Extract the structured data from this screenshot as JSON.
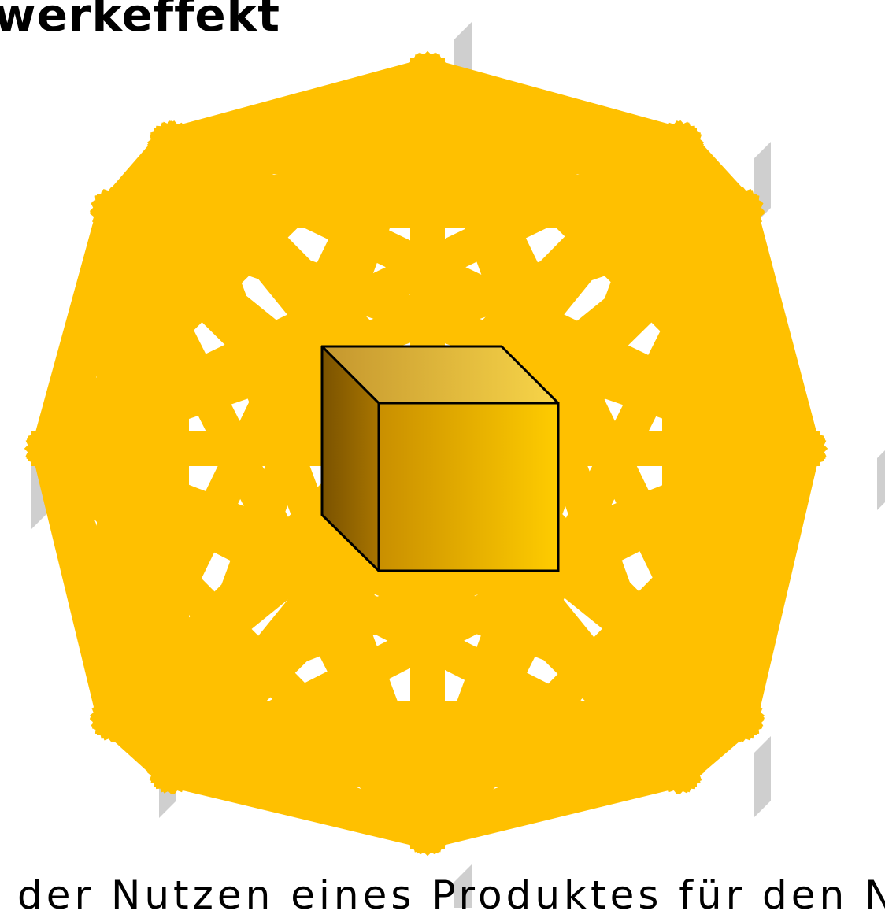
{
  "slide": {
    "title": "werkeffekt",
    "bottom_text": "der Nutzen eines Produktes für den Nu"
  },
  "colors": {
    "link": "#FFC000",
    "node_shadow": "#CFCFCF",
    "cube_front_start": "#C98F00",
    "cube_front_end": "#FFCC00",
    "cube_top_start": "#C4962E",
    "cube_top_end": "#F8D548",
    "cube_side_start": "#7A5200",
    "cube_side_end": "#A87500",
    "outline": "#000000"
  },
  "diagram": {
    "node_count": 12,
    "node_icon": "gray-connector-bar-icon",
    "center_icon": "gold-cube-icon",
    "links": "fully-connected"
  }
}
